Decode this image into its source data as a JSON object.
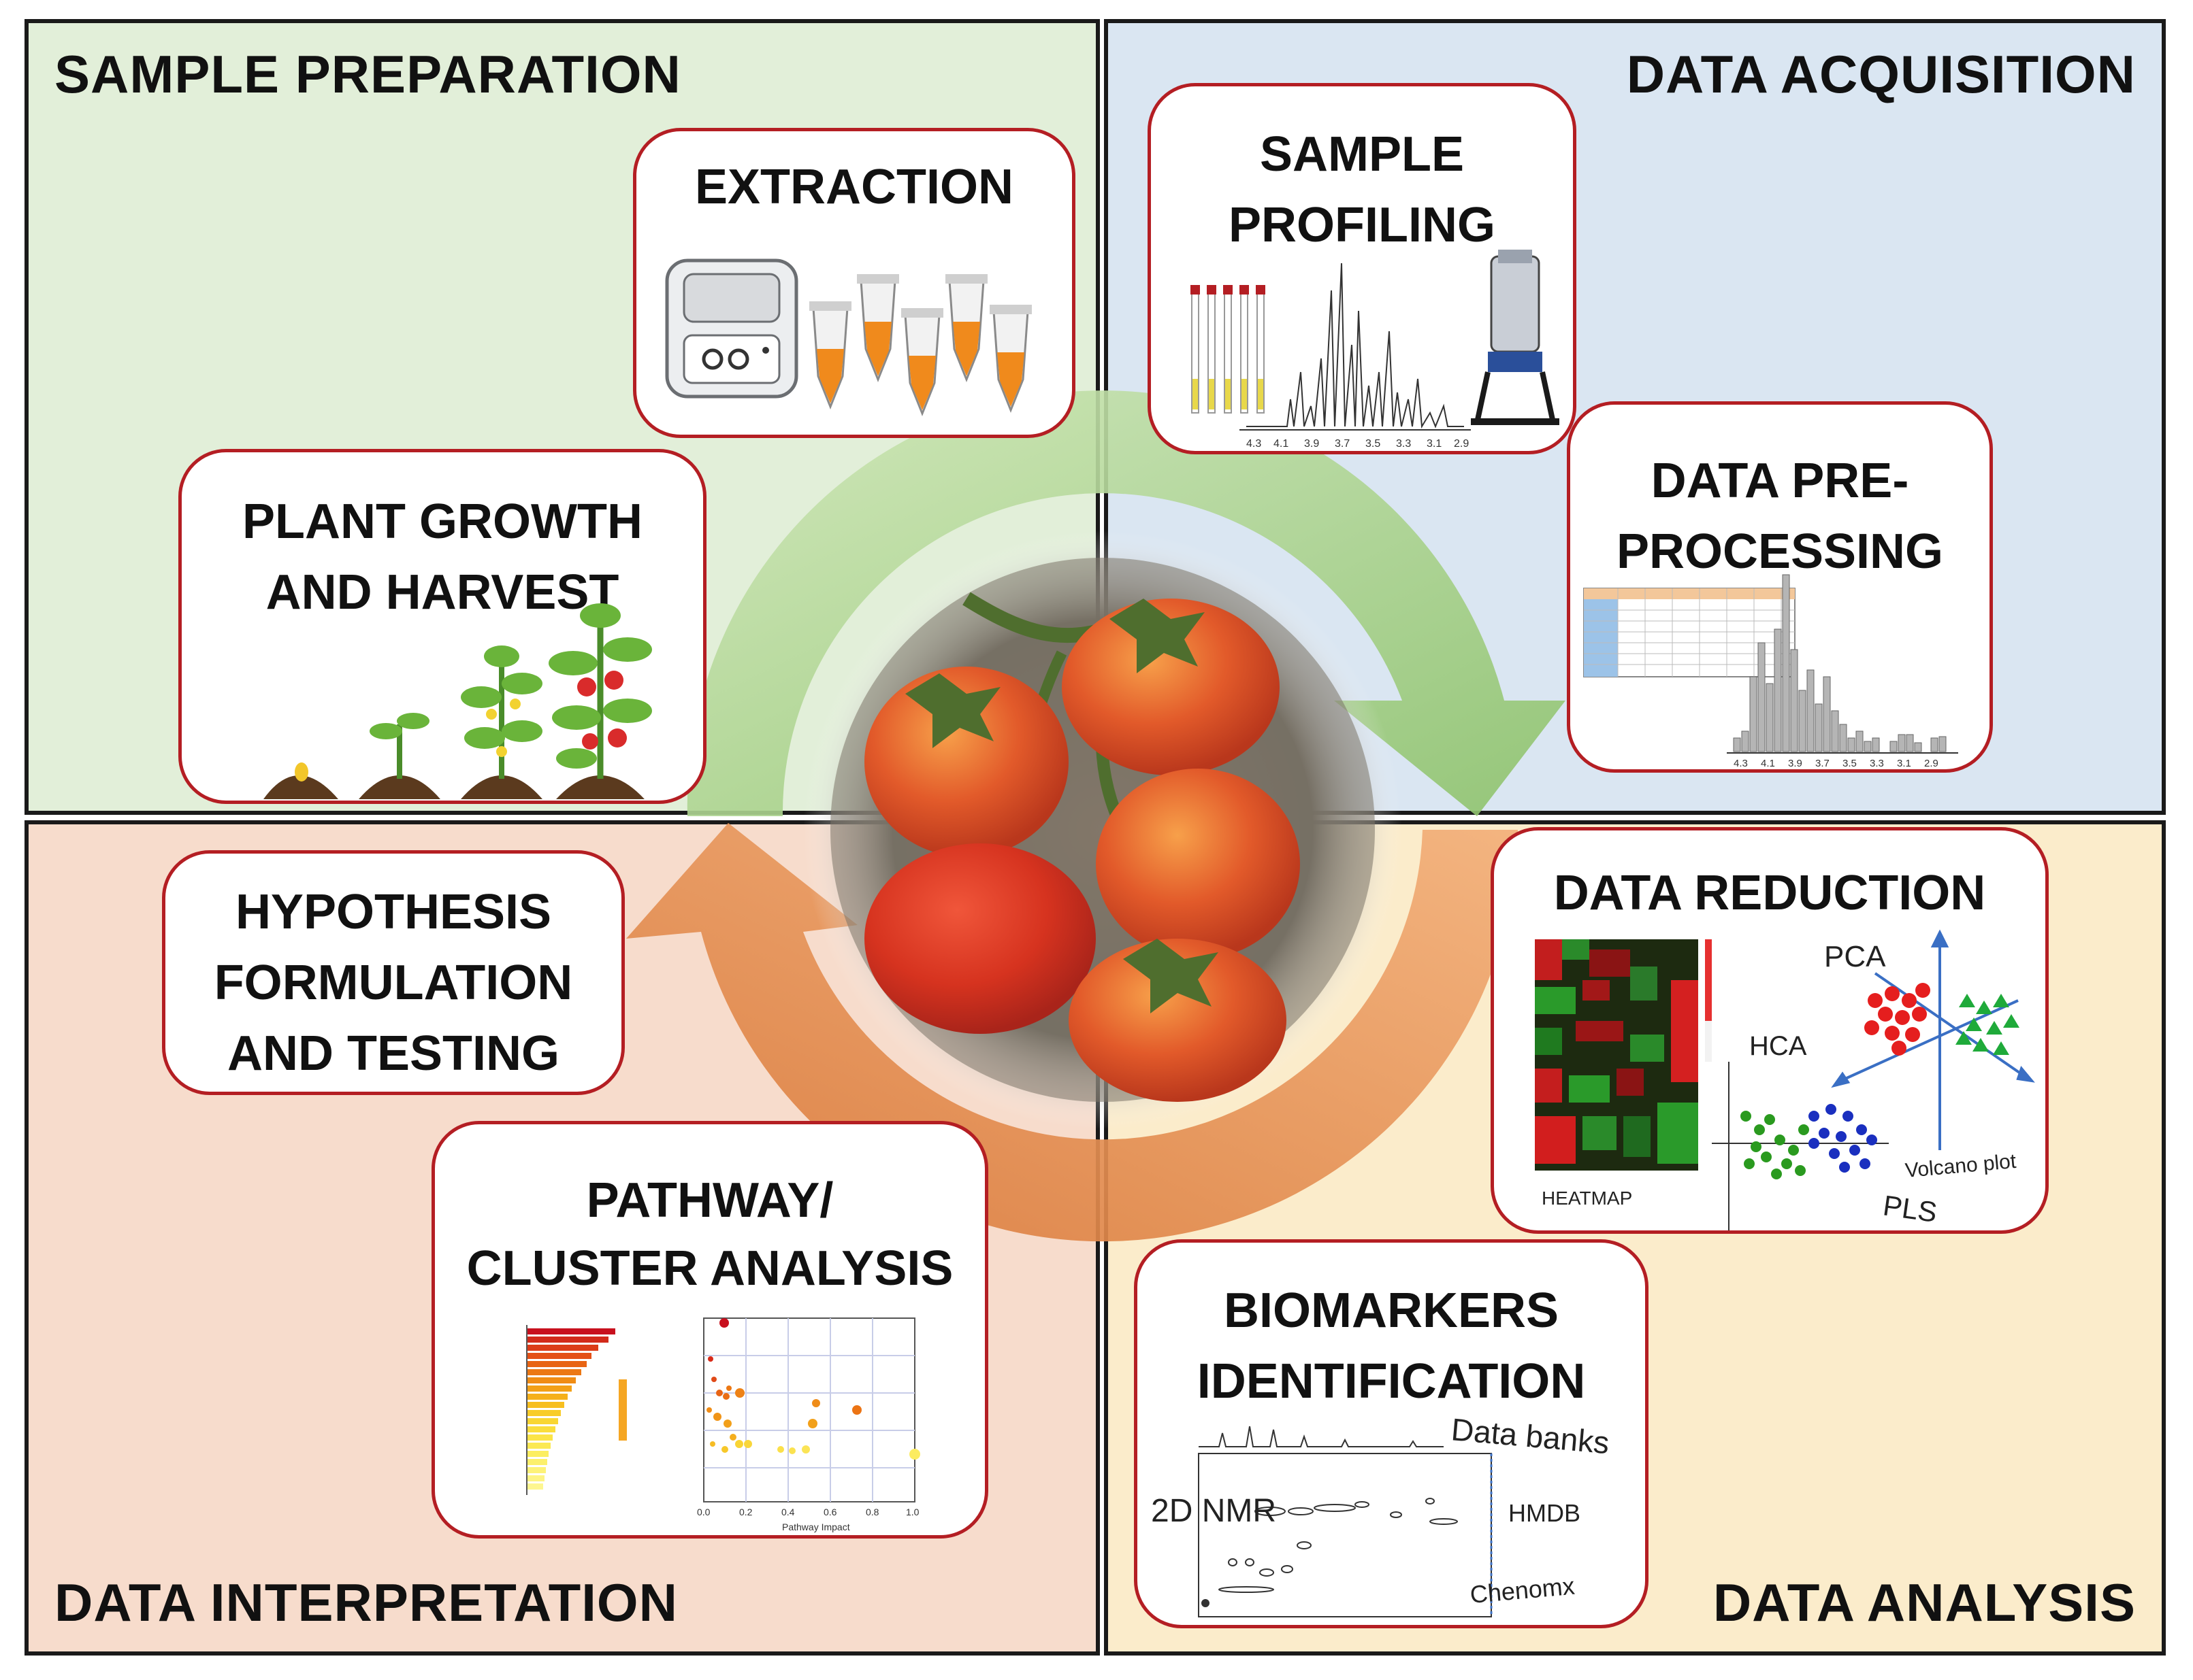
{
  "quadrants": {
    "sample_preparation": "SAMPLE PREPARATION",
    "data_acquisition": "DATA ACQUISITION",
    "data_interpretation": "DATA INTERPRETATION",
    "data_analysis": "DATA ANALYSIS"
  },
  "boxes": {
    "extraction": {
      "title": "EXTRACTION"
    },
    "plant_growth": {
      "title_line1": "PLANT GROWTH",
      "title_line2": "AND HARVEST"
    },
    "sample_profiling": {
      "title_line1": "SAMPLE",
      "title_line2": "PROFILING",
      "ppm_ticks": [
        "4.3",
        "4.1",
        "3.9",
        "3.7",
        "3.5",
        "3.3",
        "3.1",
        "2.9"
      ]
    },
    "data_preprocessing": {
      "title_line1": "DATA PRE-",
      "title_line2": "PROCESSING",
      "ppm_ticks": [
        "4.3",
        "4.1",
        "3.9",
        "3.7",
        "3.5",
        "3.3",
        "3.1",
        "2.9"
      ]
    },
    "hypothesis": {
      "title_line1": "HYPOTHESIS",
      "title_line2": "FORMULATION",
      "title_line3": "AND TESTING"
    },
    "pathway": {
      "title_line1": "PATHWAY/",
      "title_line2": "CLUSTER ANALYSIS",
      "xaxis_label": "Pathway Impact",
      "xticks": [
        "0.0",
        "0.2",
        "0.4",
        "0.6",
        "0.8",
        "1.0"
      ]
    },
    "data_reduction": {
      "title": "DATA REDUCTION",
      "labels": {
        "pca": "PCA",
        "hca": "HCA",
        "heatmap": "HEATMAP",
        "volcano": "Volcano plot",
        "pls": "PLS"
      }
    },
    "biomarkers": {
      "title_line1": "BIOMARKERS",
      "title_line2": "IDENTIFICATION",
      "labels": {
        "nmr2d": "2D NMR",
        "databanks": "Data banks",
        "hmdb": "HMDB",
        "chenomx": "Chenomx"
      }
    }
  },
  "colors": {
    "box_border": "#b41e23",
    "green_arrow": "#9ccc7e",
    "orange_arrow": "#e8945a",
    "tomato": "#e25a2a"
  }
}
